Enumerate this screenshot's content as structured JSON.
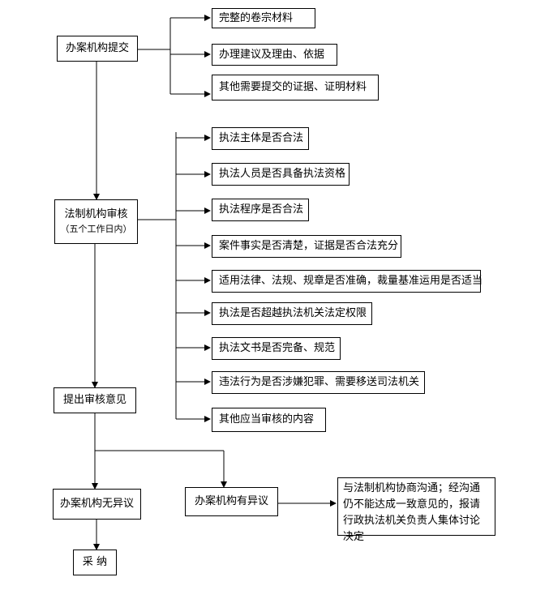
{
  "nodes": {
    "submit": "办案机构提交",
    "submit_items": [
      "完整的卷宗材料",
      "办理建议及理由、依据",
      "其他需要提交的证据、证明材料"
    ],
    "review": "法制机构审核",
    "review_note": "（五个工作日内）",
    "review_items": [
      "执法主体是否合法",
      "执法人员是否具备执法资格",
      "执法程序是否合法",
      "案件事实是否清楚，证据是否合法充分",
      "适用法律、法规、规章是否准确，裁量基准运用是否适当",
      "执法是否超越执法机关法定权限",
      "执法文书是否完备、规范",
      "违法行为是否涉嫌犯罪、需要移送司法机关",
      "其他应当审核的内容"
    ],
    "opinion": "提出审核意见",
    "no_objection": "办案机构无异议",
    "objection": "办案机构有异议",
    "negotiate": "与法制机构协商沟通；经沟通仍不能达成一致意见的，报请行政执法机关负责人集体讨论决定",
    "adopt": "采  纳"
  }
}
